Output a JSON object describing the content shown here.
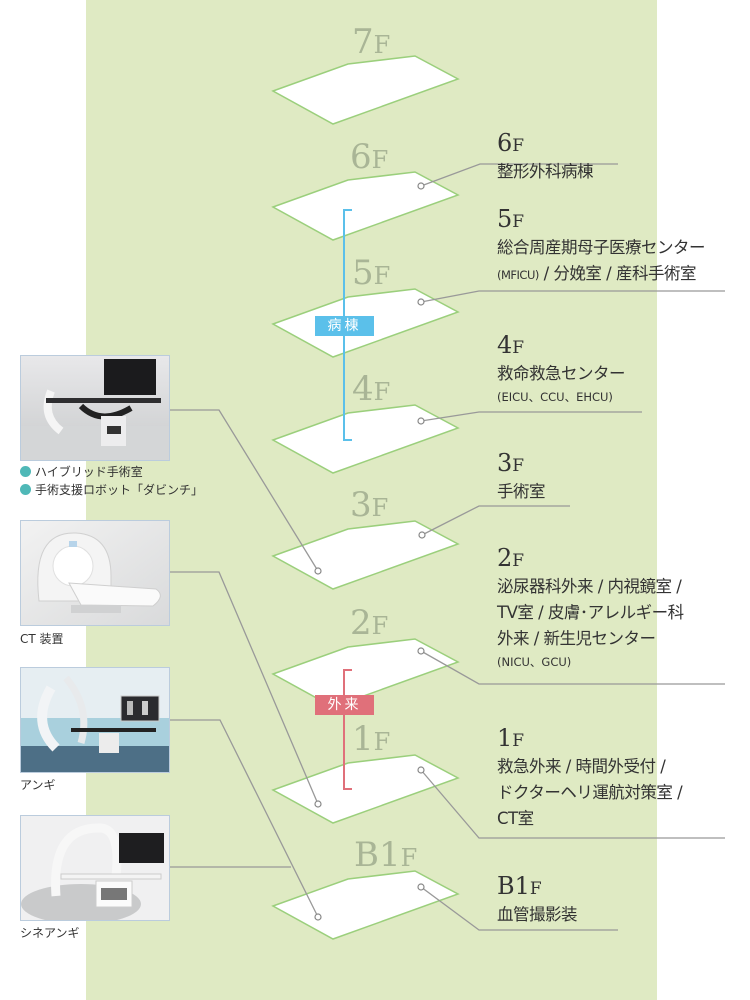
{
  "floors": [
    {
      "id": "7F",
      "num": "7",
      "suffix": "F"
    },
    {
      "id": "6F",
      "num": "6",
      "suffix": "F"
    },
    {
      "id": "5F",
      "num": "5",
      "suffix": "F"
    },
    {
      "id": "4F",
      "num": "4",
      "suffix": "F"
    },
    {
      "id": "3F",
      "num": "3",
      "suffix": "F"
    },
    {
      "id": "2F",
      "num": "2",
      "suffix": "F"
    },
    {
      "id": "1F",
      "num": "1",
      "suffix": "F"
    },
    {
      "id": "B1F",
      "num": "B1",
      "suffix": "F"
    }
  ],
  "descriptions": {
    "f6": {
      "num": "6",
      "suffix": "F",
      "lines": [
        "整形外科病棟"
      ]
    },
    "f5": {
      "num": "5",
      "suffix": "F",
      "lines": [
        "総合周産期母子医療センター"
      ],
      "small_prefix": "(MFICU)",
      "tail": " / 分娩室 / 産科手術室"
    },
    "f4": {
      "num": "4",
      "suffix": "F",
      "lines": [
        "救命救急センター"
      ],
      "small": "(EICU、CCU、EHCU)"
    },
    "f3": {
      "num": "3",
      "suffix": "F",
      "lines": [
        "手術室"
      ]
    },
    "f2": {
      "num": "2",
      "suffix": "F",
      "lines": [
        "泌尿器科外来 / 内視鏡室 /",
        "TV室 / 皮膚･アレルギー科",
        "外来 / 新生児センター"
      ],
      "small": "(NICU、GCU)"
    },
    "f1": {
      "num": "1",
      "suffix": "F",
      "lines": [
        "救急外来 / 時間外受付 /",
        "ドクターヘリ運航対策室 /",
        "CT室"
      ]
    },
    "b1": {
      "num": "B1",
      "suffix": "F",
      "lines": [
        "血管撮影装"
      ]
    }
  },
  "tags": {
    "ward": {
      "label": "病棟",
      "color": "#5bc0ea"
    },
    "outpatient": {
      "label": "外来",
      "color": "#e0707a"
    }
  },
  "photos": [
    {
      "id": "hybrid",
      "captions": [
        "ハイブリッド手術室",
        "手術支援ロボット「ダビンチ」"
      ]
    },
    {
      "id": "ct",
      "captions": [
        "CT 装置"
      ]
    },
    {
      "id": "angio",
      "captions": [
        "アンギ"
      ]
    },
    {
      "id": "cine",
      "captions": [
        "シネアンギ"
      ]
    }
  ],
  "colors": {
    "band": "#dfeac3",
    "plate_stroke": "#9bcf7c",
    "floor_label": "#a9b596",
    "bullet": "#4fb8b7"
  }
}
